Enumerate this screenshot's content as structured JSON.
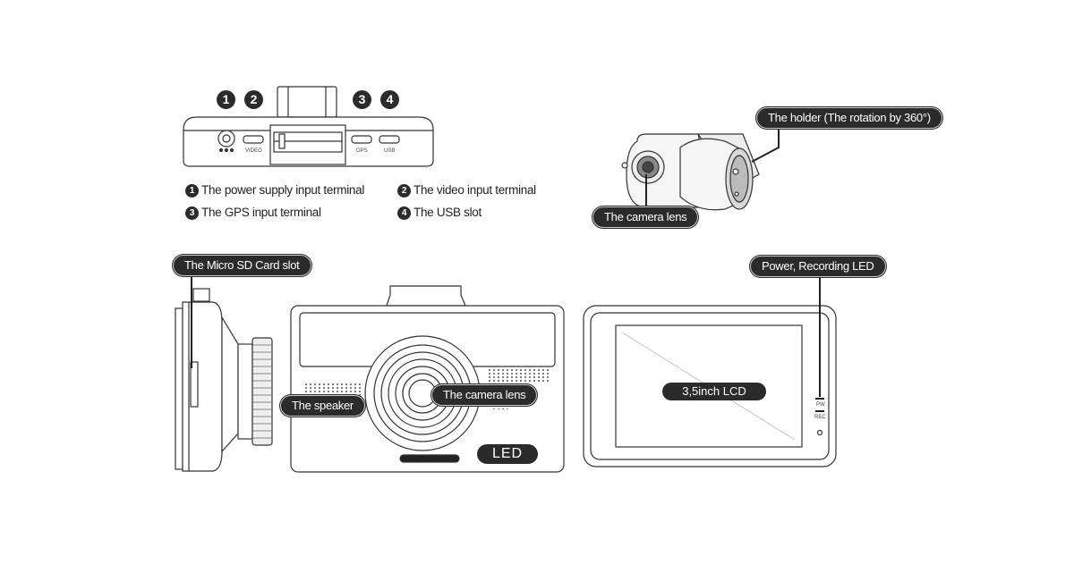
{
  "top_view": {
    "markers": [
      "1",
      "2",
      "3",
      "4"
    ],
    "port_labels": {
      "video": "VIDEO",
      "gps": "GPS",
      "usb": "USB"
    }
  },
  "legend": {
    "items": [
      {
        "num": "1",
        "text": "The power supply input terminal"
      },
      {
        "num": "2",
        "text": "The video input terminal"
      },
      {
        "num": "3",
        "text": "The GPS input terminal"
      },
      {
        "num": "4",
        "text": "The USB slot"
      }
    ]
  },
  "rear_camera": {
    "holder_label": "The holder (The rotation by 360°)",
    "lens_label": "The camera lens"
  },
  "side_view": {
    "sd_label": "The Micro SD Card slot"
  },
  "front_view": {
    "speaker_label": "The speaker",
    "lens_label": "The camera lens",
    "led_label": "LED"
  },
  "back_view": {
    "led_label": "Power, Recording LED",
    "lcd_label": "3,5inch LCD",
    "pw_label": "PW",
    "rec_label": "REC"
  }
}
